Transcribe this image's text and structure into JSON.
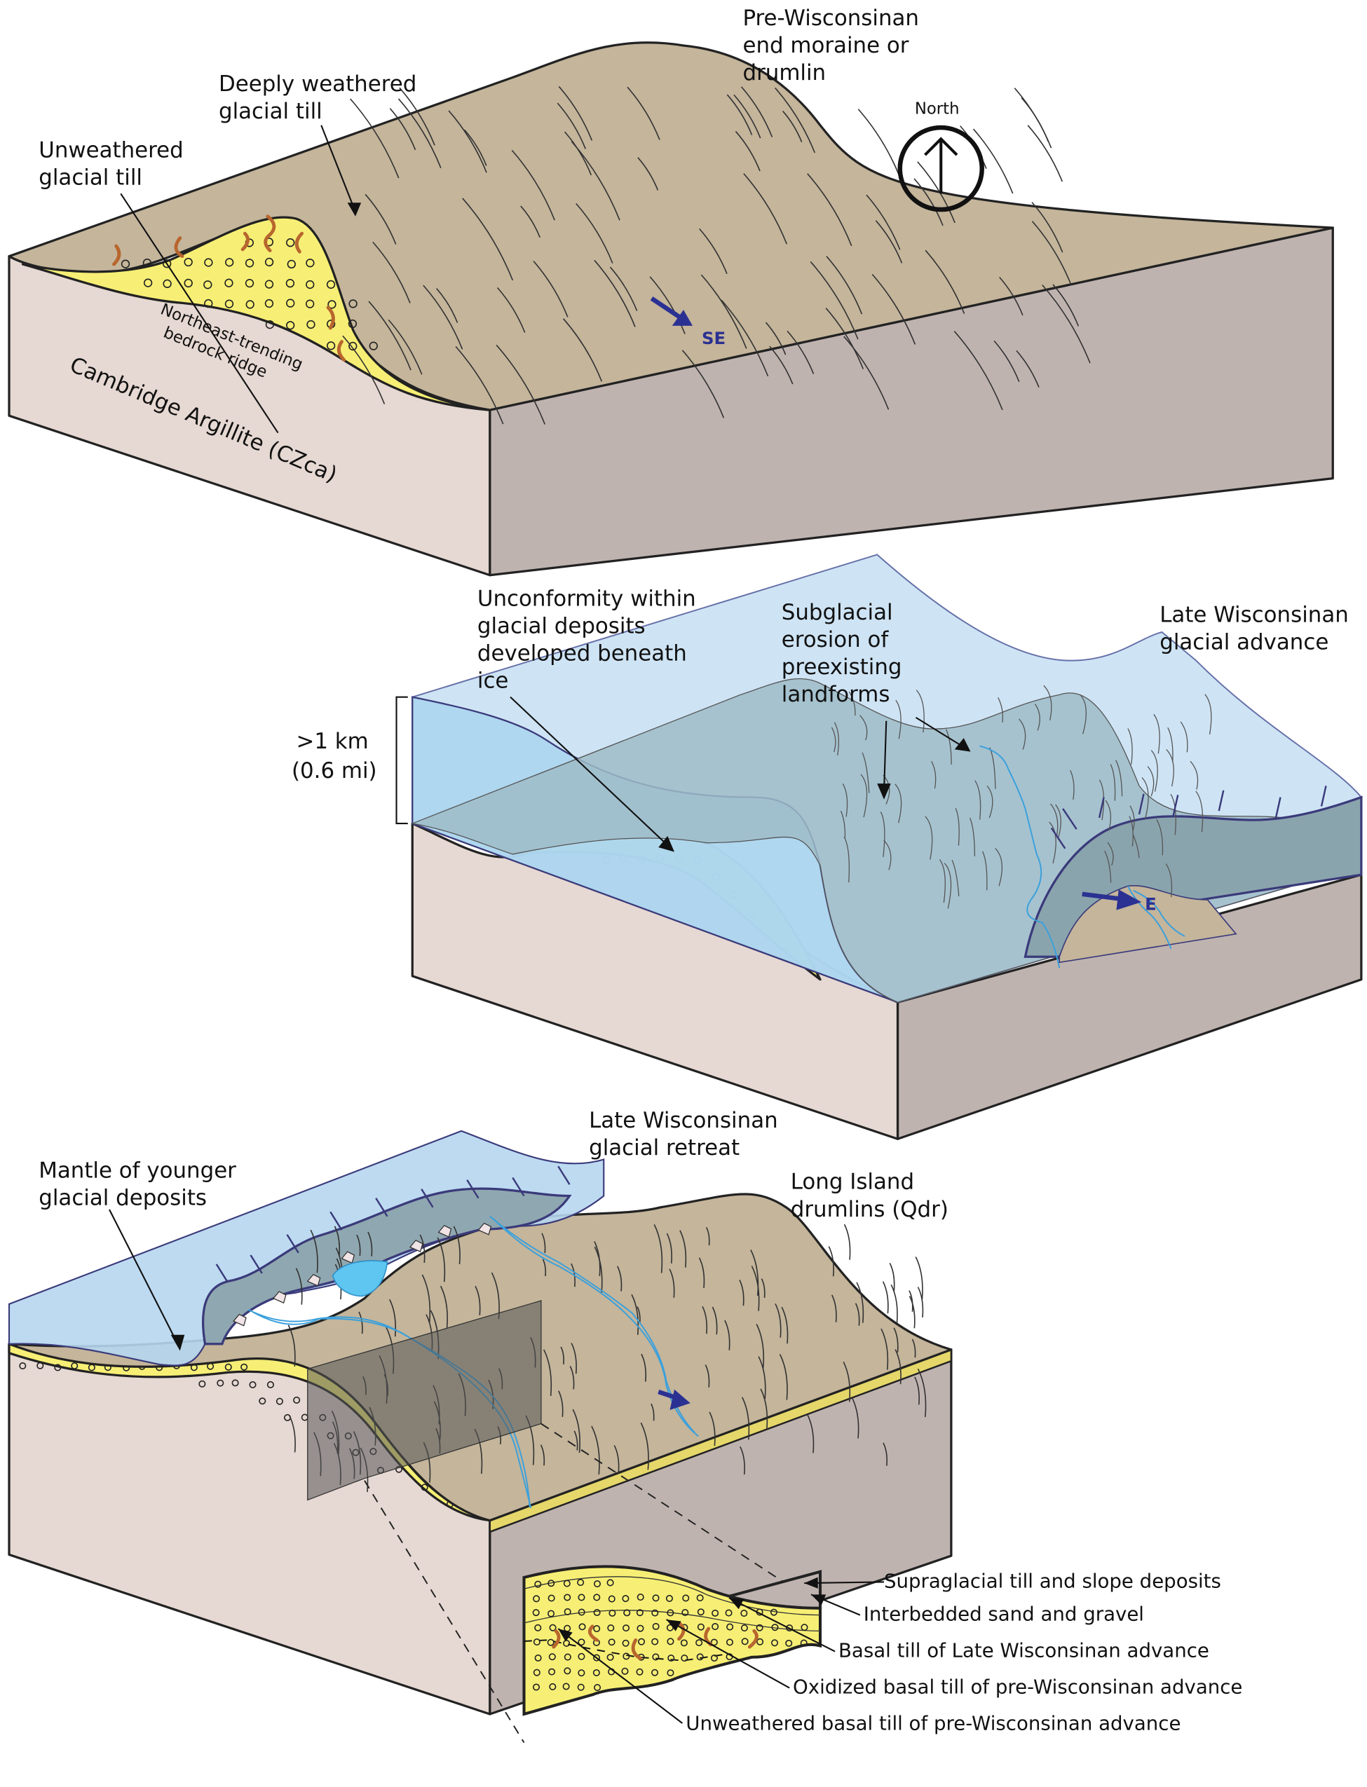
{
  "colors": {
    "terrain_top": "#c4b59b",
    "bedrock_front": "#e6d8d2",
    "bedrock_side": "#bfb3b0",
    "till_yellow": "#f7ef75",
    "oxidized_streak": "#b8662e",
    "ice_light": "#c9e1f4",
    "ice_face": "#a8d3ee",
    "ice_over_terrain": "#9fbcc8",
    "meltwater": "#3aa0dc",
    "direction_arrow": "#2b3192",
    "pond": "#5ec6f0"
  },
  "north_indicator": {
    "label": "North",
    "icon": "north-arrow-icon"
  },
  "panel_1": {
    "title_label": [
      "Pre-Wisconsinan",
      "end moraine or",
      "drumlin"
    ],
    "labels": {
      "deeply_weathered": [
        "Deeply weathered",
        "glacial till"
      ],
      "unweathered": [
        "Unweathered",
        "glacial till"
      ],
      "bedrock_ridge": [
        "Northeast-trending",
        "bedrock ridge"
      ],
      "bedrock_unit": "Cambridge Argillite (CZca)"
    },
    "flow_direction": "SE"
  },
  "panel_2": {
    "title_label": [
      "Late Wisconsinan",
      "glacial advance"
    ],
    "labels": {
      "unconformity": [
        "Unconformity within",
        "glacial deposits",
        "developed beneath",
        "ice"
      ],
      "subglacial_erosion": [
        "Subglacial",
        "erosion of",
        "preexisting",
        "landforms"
      ]
    },
    "scale_bar": [
      ">1 km",
      "(0.6 mi)"
    ],
    "flow_direction": "E"
  },
  "panel_3": {
    "title_label": [
      "Late Wisconsinan",
      "glacial retreat"
    ],
    "labels": {
      "mantle": [
        "Mantle of younger",
        "glacial deposits"
      ],
      "drumlins": [
        "Long Island",
        "drumlins (Qdr)"
      ]
    },
    "inset_legend": [
      "Supraglacial till and slope deposits",
      "Interbedded sand and gravel",
      "Basal till of Late Wisconsinan advance",
      "Oxidized basal till of pre-Wisconsinan advance",
      "Unweathered basal till of pre-Wisconsinan advance"
    ]
  }
}
